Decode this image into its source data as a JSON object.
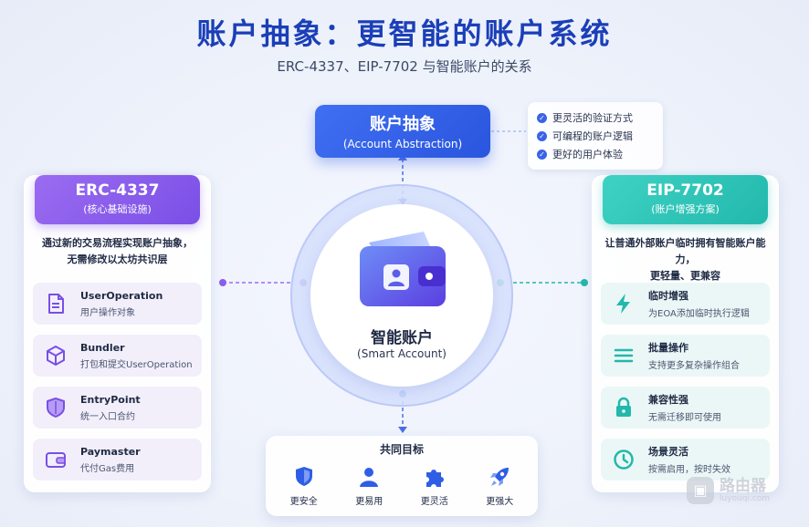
{
  "title": "账户抽象：更智能的账户系统",
  "subtitle": "ERC-4337、EIP-7702 与智能账户的关系",
  "account_abstraction": {
    "title": "账户抽象",
    "subtitle": "(Account Abstraction)"
  },
  "benefits": [
    {
      "label": "更灵活的验证方式",
      "icon": "check-icon"
    },
    {
      "label": "可编程的账户逻辑",
      "icon": "check-icon"
    },
    {
      "label": "更好的用户体验",
      "icon": "check-icon"
    }
  ],
  "erc4337": {
    "title": "ERC-4337",
    "subtitle": "(核心基础设施)",
    "desc_line1": "通过新的交易流程实现账户抽象，",
    "desc_line2": "无需修改以太坊共识层",
    "items": [
      {
        "name": "UserOperation",
        "desc": "用户操作对象",
        "icon": "document-icon"
      },
      {
        "name": "Bundler",
        "desc": "打包和提交UserOperation",
        "icon": "cube-icon"
      },
      {
        "name": "EntryPoint",
        "desc": "统一入口合约",
        "icon": "shield-icon"
      },
      {
        "name": "Paymaster",
        "desc": "代付Gas费用",
        "icon": "wallet-icon"
      }
    ]
  },
  "eip7702": {
    "title": "EIP-7702",
    "subtitle": "(账户增强方案)",
    "desc_line1": "让普通外部账户临时拥有智能账户能力，",
    "desc_line2": "更轻量、更兼容",
    "items": [
      {
        "name": "临时增强",
        "desc": "为EOA添加临时执行逻辑",
        "icon": "lightning-icon"
      },
      {
        "name": "批量操作",
        "desc": "支持更多复杂操作组合",
        "icon": "list-icon"
      },
      {
        "name": "兼容性强",
        "desc": "无需迁移即可使用",
        "icon": "lock-icon"
      },
      {
        "name": "场景灵活",
        "desc": "按需启用，按时失效",
        "icon": "clock-icon"
      }
    ]
  },
  "smart_account": {
    "title": "智能账户",
    "subtitle": "(Smart Account)"
  },
  "goals": {
    "title": "共同目标",
    "items": [
      {
        "label": "更安全",
        "icon": "shield-icon"
      },
      {
        "label": "更易用",
        "icon": "user-icon"
      },
      {
        "label": "更灵活",
        "icon": "puzzle-icon"
      },
      {
        "label": "更强大",
        "icon": "rocket-icon"
      }
    ]
  },
  "watermark": {
    "name": "路由器",
    "url": "luyouqi.com"
  },
  "colors": {
    "title_blue": "#1b3fb8",
    "primary_blue": "#3a63e8",
    "purple": "#7a4fe6",
    "teal": "#22b8ac"
  }
}
